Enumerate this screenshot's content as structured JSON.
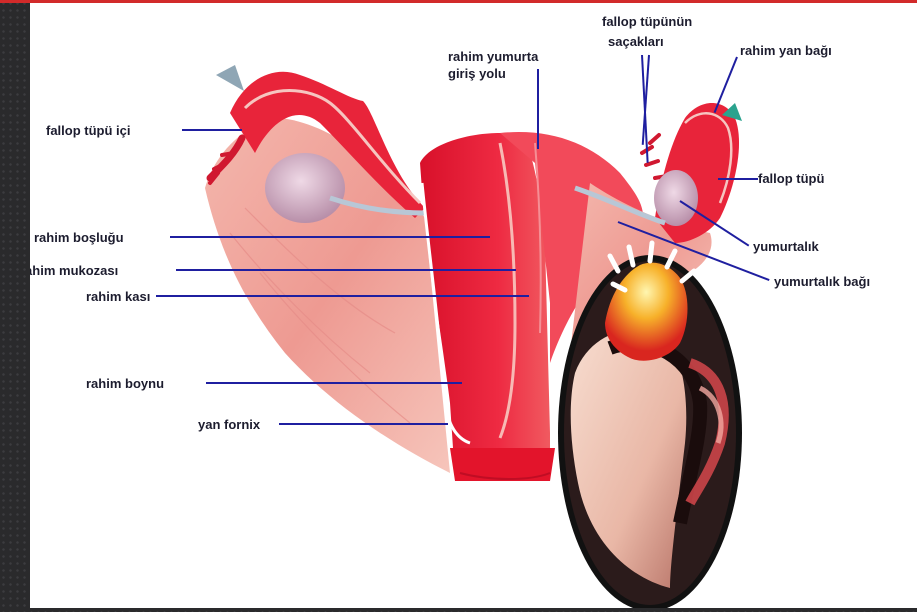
{
  "diagram": {
    "labels": {
      "fallop_tupu_ici": "fallop tüpü içi",
      "rahim_boslugu": "rahim boşluğu",
      "rahim_mukozasi": "rahim mukozası",
      "rahim_kasi": "rahim kası",
      "rahim_boynu": "rahim boynu",
      "yan_fornix": "yan fornix",
      "rahim_yumurta_line1": "rahim yumurta",
      "rahim_yumurta_line2": "giriş yolu",
      "fallop_sacak_line1": "fallop tüpünün",
      "fallop_sacak_line2": "saçakları",
      "rahim_yan_bagi": "rahim yan bağı",
      "fallop_tupu": "fallop tüpü",
      "yumurtalik": "yumurtalık",
      "yumurtalik_bagi": "yumurtalık bağı"
    },
    "colors": {
      "leader_line": "#1f1fa0",
      "uterus_red": "#e8243a",
      "tissue_pink": "#f3a7a0",
      "ovary_lilac": "#c9a7bf",
      "background": "#ffffff"
    }
  }
}
